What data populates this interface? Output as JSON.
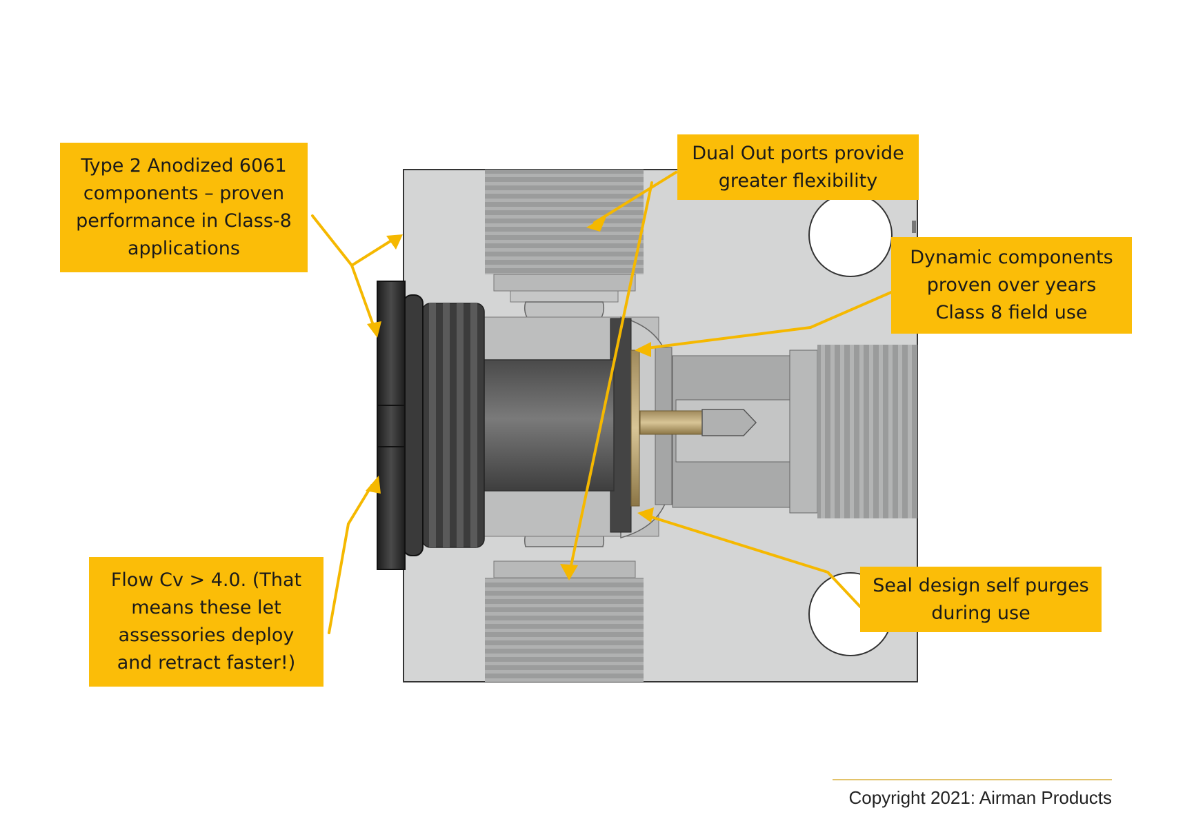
{
  "callouts": {
    "anodized": "Type 2 Anodized 6061\ncomponents – proven\nperformance in Class-8\napplications",
    "dual_out": "Dual Out ports provide\ngreater flexibility",
    "dynamic": "Dynamic components\nproven over years\nClass 8 field use",
    "flow": "Flow Cv > 4.0.  (That\nmeans these let\nassessories deploy\nand retract faster!)",
    "seal": "Seal design self purges\nduring use"
  },
  "footer": {
    "copyright": "Copyright 2021: Airman Products"
  },
  "colors": {
    "callout_fill": "#fbbd08",
    "arrow": "#f5b800",
    "body_gray": "#d4d5d5",
    "dark_cap": "#2e2e2e"
  }
}
